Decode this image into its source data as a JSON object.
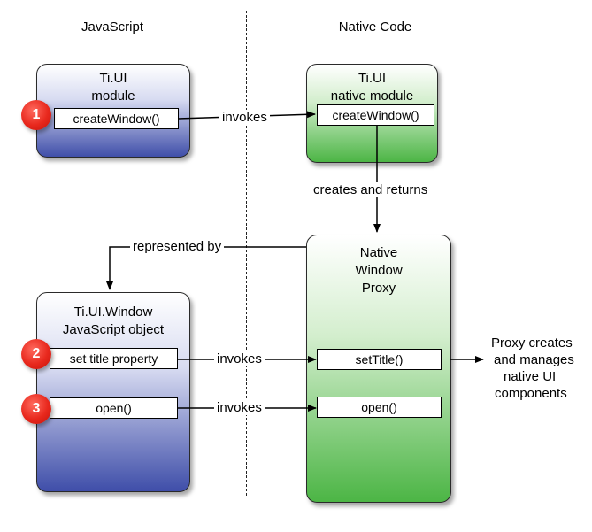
{
  "columns": {
    "left": "JavaScript",
    "right": "Native Code"
  },
  "boxes": {
    "tiui_module": {
      "title_line1": "Ti.UI",
      "title_line2": "module",
      "method": "createWindow()"
    },
    "tiui_native": {
      "title_line1": "Ti.UI",
      "title_line2": "native module",
      "method": "createWindow()"
    },
    "native_proxy": {
      "title_line1": "Native",
      "title_line2": "Window",
      "title_line3": "Proxy",
      "method1": "setTitle()",
      "method2": "open()"
    },
    "tiui_window": {
      "title_line1": "Ti.UI.Window",
      "title_line2": "JavaScript object",
      "method1": "set title property",
      "method2": "open()"
    }
  },
  "edges": {
    "invokes_1": "invokes",
    "creates_returns": "creates and returns",
    "represented_by": "represented by",
    "invokes_2": "invokes",
    "invokes_3": "invokes"
  },
  "badges": [
    "1",
    "2",
    "3"
  ],
  "note": {
    "line1": "Proxy creates",
    "line2": "and manages",
    "line3": "native UI",
    "line4": "components"
  },
  "colors": {
    "js_box_bottom": "#3f4ea9",
    "native_box_bottom": "#4cb545",
    "badge": "#e8281d"
  }
}
